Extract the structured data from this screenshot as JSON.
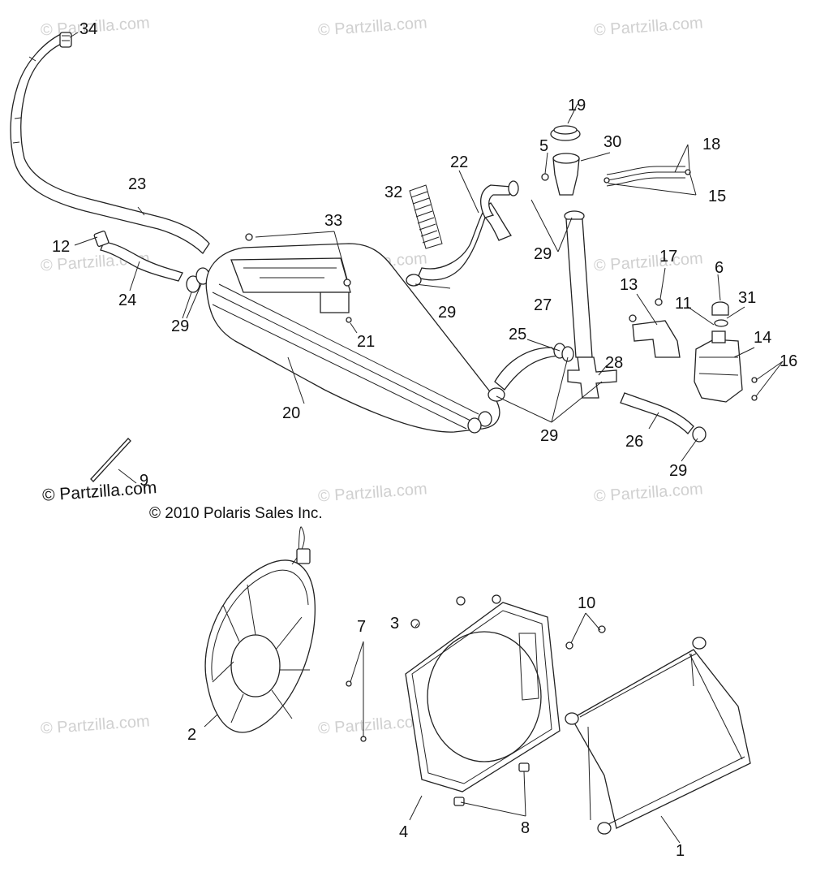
{
  "watermark_text": "© Partzilla.com",
  "copyright": {
    "partzilla": "© Partzilla.com",
    "polaris": "© 2010 Polaris Sales Inc."
  },
  "callouts": {
    "c1": "1",
    "c2": "2",
    "c3": "3",
    "c4": "4",
    "c5": "5",
    "c6": "6",
    "c7": "7",
    "c8": "8",
    "c9": "9",
    "c10": "10",
    "c11": "11",
    "c12": "12",
    "c13": "13",
    "c14": "14",
    "c15": "15",
    "c16": "16",
    "c17": "17",
    "c18": "18",
    "c19": "19",
    "c20": "20",
    "c21": "21",
    "c22": "22",
    "c23": "23",
    "c24": "24",
    "c25": "25",
    "c26": "26",
    "c27": "27",
    "c28": "28",
    "c29a": "29",
    "c29b": "29",
    "c29c": "29",
    "c29d": "29",
    "c29e": "29",
    "c30": "30",
    "c31": "31",
    "c32": "32",
    "c33": "33",
    "c34": "34"
  }
}
